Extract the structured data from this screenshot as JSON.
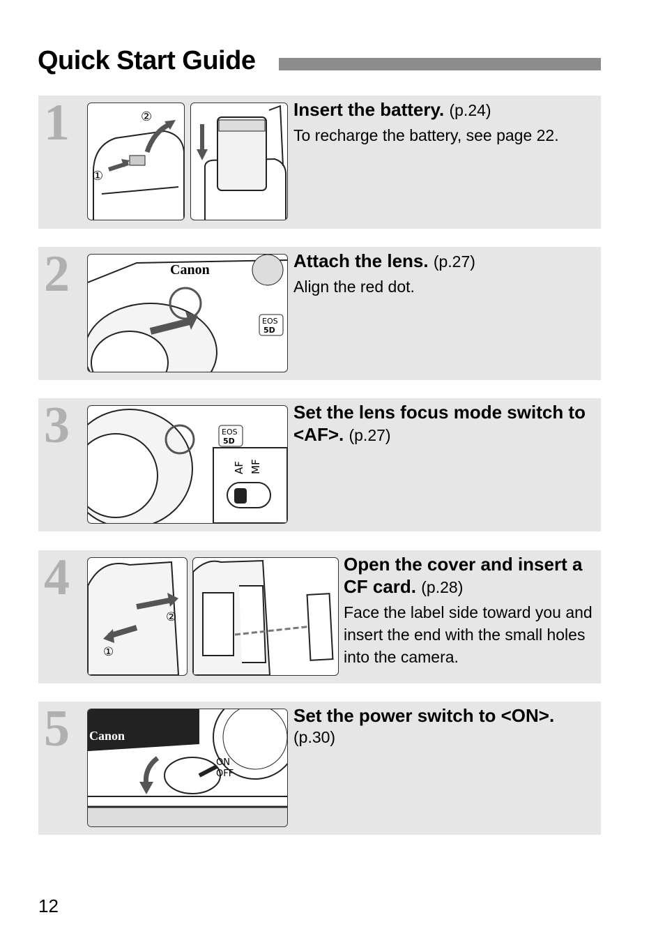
{
  "header": {
    "title": "Quick Start Guide"
  },
  "steps": [
    {
      "number": "1",
      "heading": "Insert the battery.",
      "ref": "(p.24)",
      "desc": "To recharge the battery, see page 22.",
      "marks": [
        "②",
        "①"
      ]
    },
    {
      "number": "2",
      "heading": "Attach the lens.",
      "ref": "(p.27)",
      "desc": "Align the red dot.",
      "brand": "Canon",
      "badge_top": "EOS",
      "badge_bottom": "5D"
    },
    {
      "number": "3",
      "heading": "Set the lens focus mode switch to <AF>.",
      "ref": "(p.27)",
      "desc": "",
      "badge_top": "EOS",
      "badge_bottom": "5D",
      "switch_a": "AF",
      "switch_b": "MF"
    },
    {
      "number": "4",
      "heading": "Open the cover and insert a CF card.",
      "ref": "(p.28)",
      "desc": "Face the label side toward you and insert the end with the small holes into the camera.",
      "marks": [
        "②",
        "①"
      ]
    },
    {
      "number": "5",
      "heading": "Set the power switch to <ON>.",
      "ref": "(p.30)",
      "desc": "",
      "brand": "Canon",
      "switch_a": "ON",
      "switch_b": "OFF"
    }
  ],
  "footer": {
    "page_number": "12"
  }
}
